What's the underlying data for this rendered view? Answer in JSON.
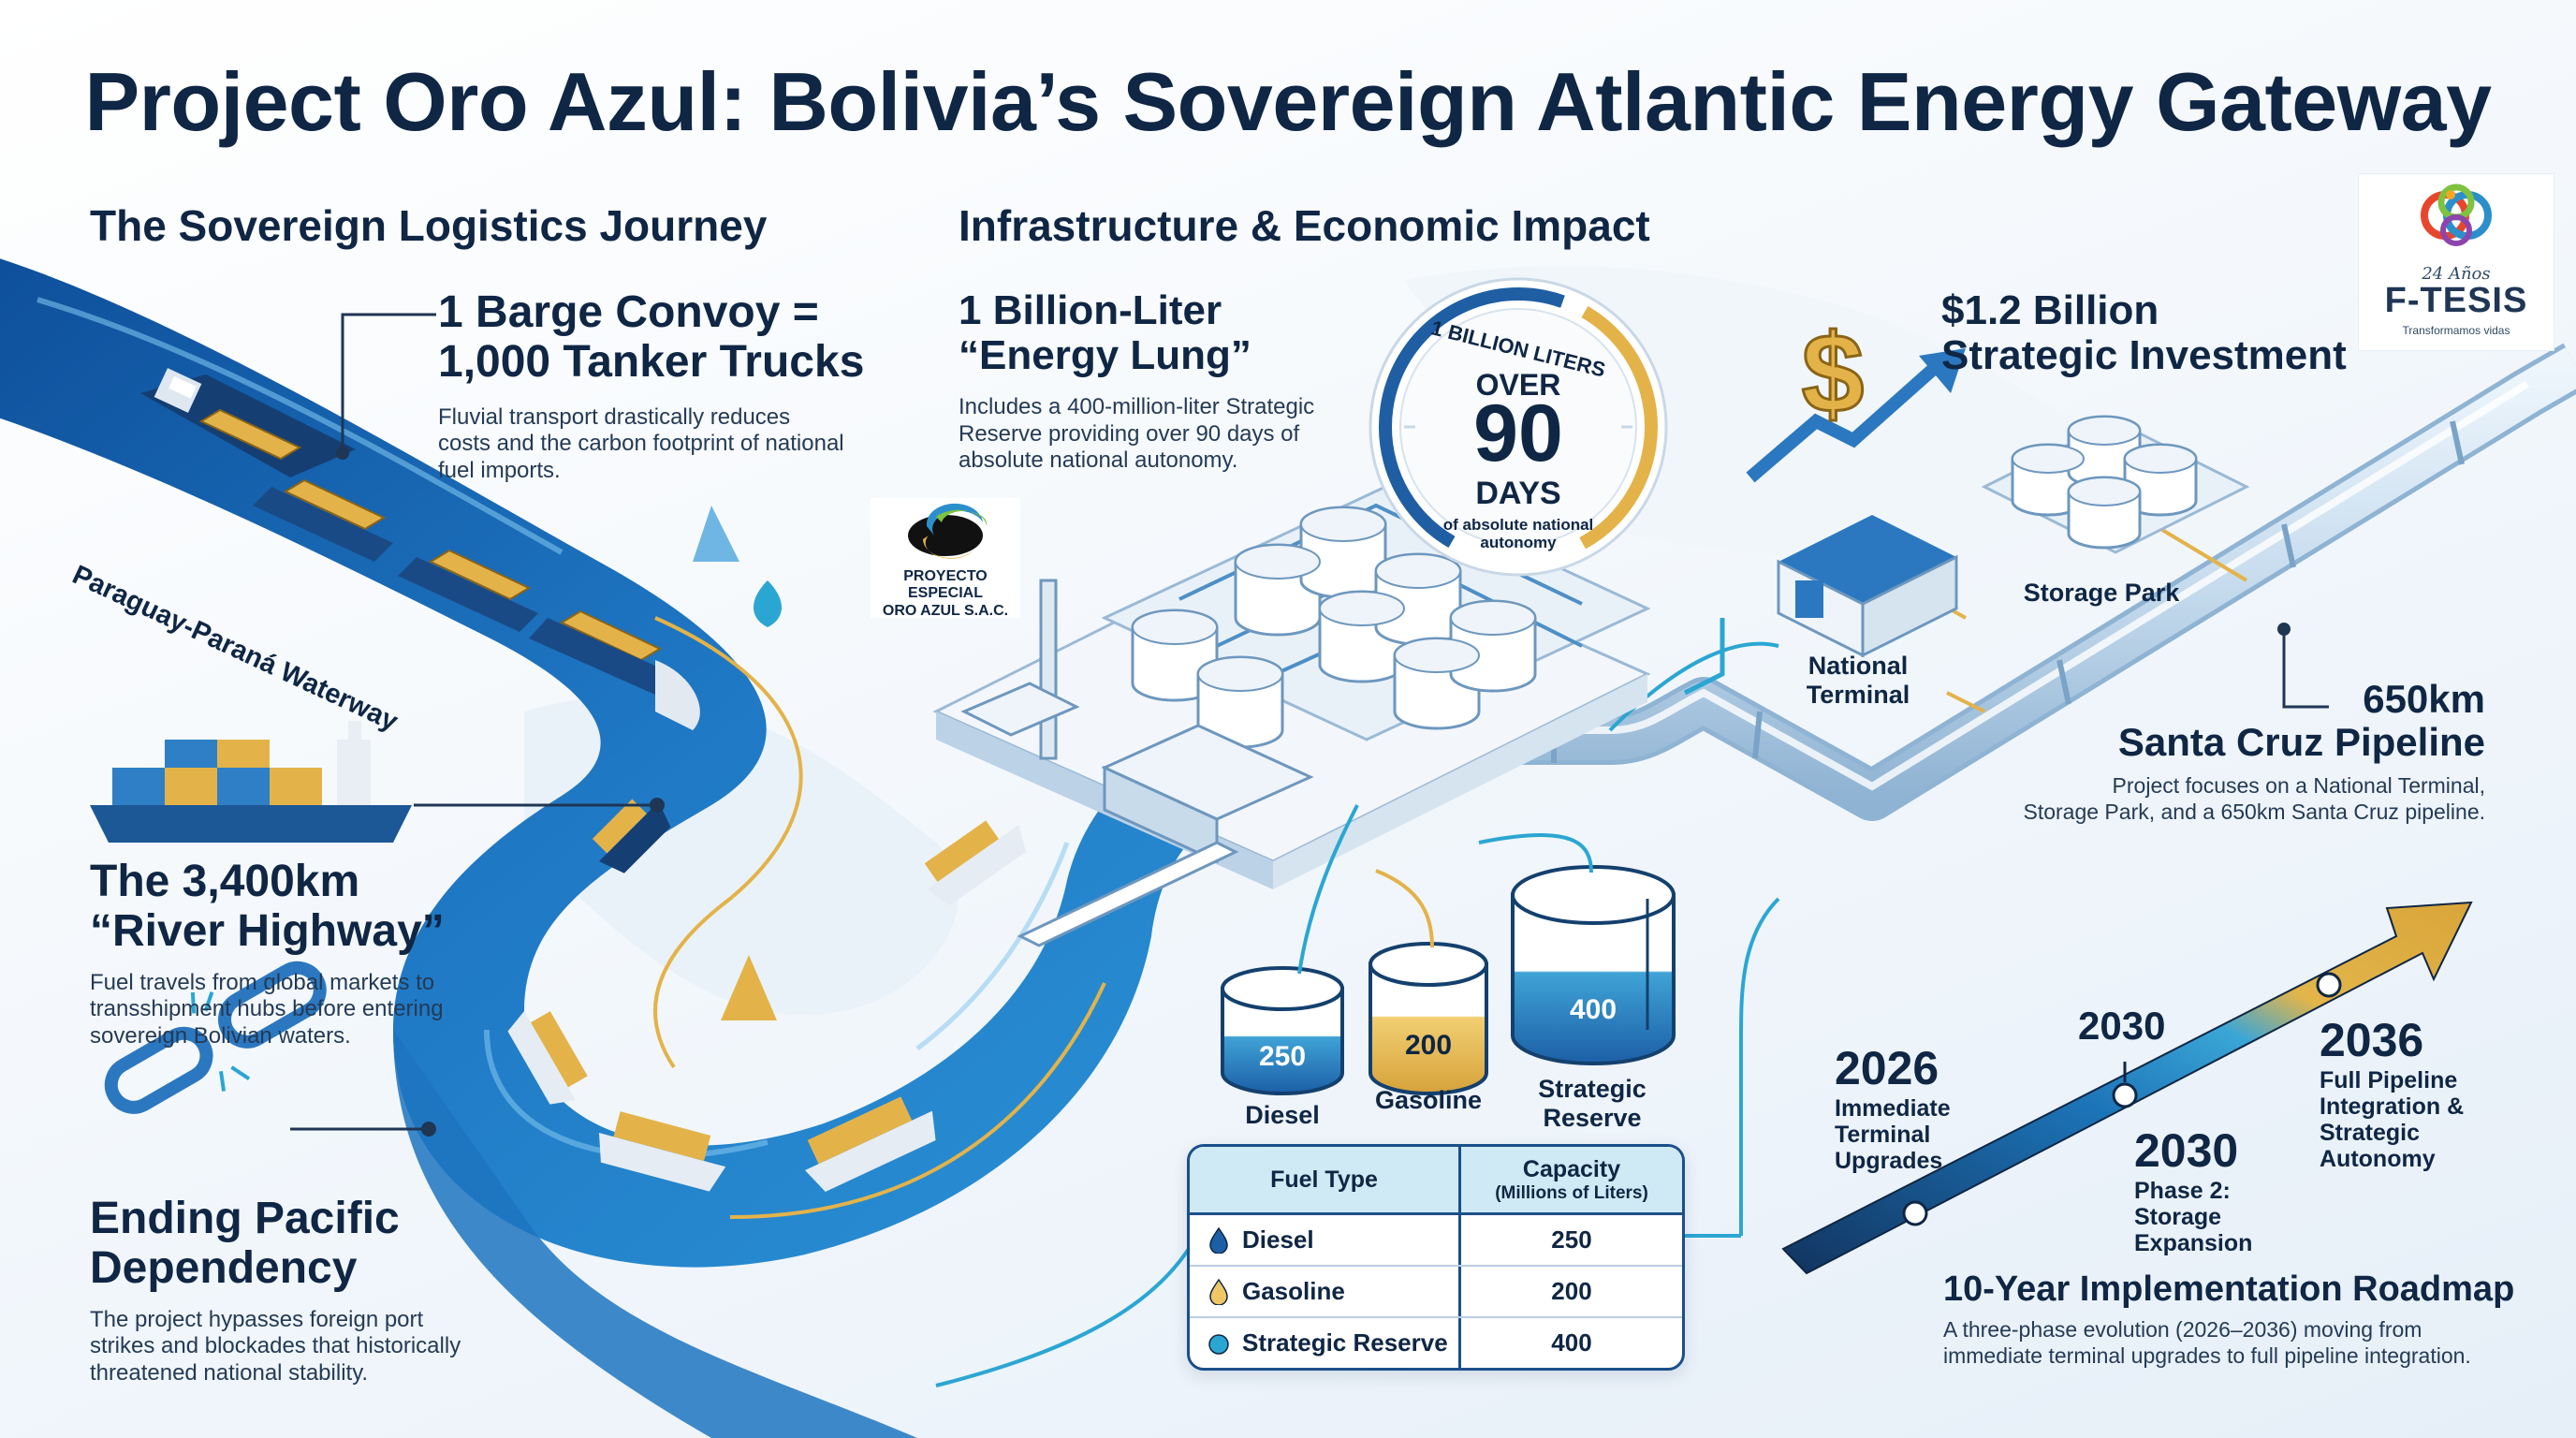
{
  "title": "Project Oro Azul: Bolivia’s Sovereign Atlantic Energy Gateway",
  "left_section": {
    "heading": "The Sovereign Logistics Journey",
    "waterway_label": "Paraguay-Paraná Waterway",
    "blocks": [
      {
        "headline_1": "1 Barge Convoy =",
        "headline_2": "1,000 Tanker Trucks",
        "desc_1": "Fluvial transport drastically reduces",
        "desc_2": "costs and the carbon footprint of national",
        "desc_3": "fuel imports."
      },
      {
        "headline_1": "The 3,400km",
        "headline_2": "“River Highway”",
        "desc_1": "Fuel travels from global markets to",
        "desc_2": "transshipment hubs before entering",
        "desc_3": "sovereign Bolivian waters."
      },
      {
        "headline_1": "Ending Pacific",
        "headline_2": "Dependency",
        "desc_1": "The project hypasses foreign port",
        "desc_2": "strikes and blockades that historically",
        "desc_3": "threatened national stability."
      }
    ]
  },
  "center_section": {
    "heading": "Infrastructure & Economic Impact",
    "energy_lung": {
      "headline_1": "1 Billion-Liter",
      "headline_2": "“Energy Lung”",
      "desc_1": "Includes a 400-million-liter Strategic",
      "desc_2": "Reserve providing over 90 days of",
      "desc_3": "absolute national autonomy."
    },
    "badge": {
      "arc_text": "1 BILLION LITERS",
      "over": "OVER",
      "number": "90",
      "days": "DAYS",
      "sub_1": "of absolute national",
      "sub_2": "autonomy"
    },
    "center_logo": {
      "line_1": "PROYECTO ESPECIAL",
      "line_2": "ORO AZUL S.A.C."
    },
    "tanks": [
      {
        "value": "250",
        "label": "Diesel"
      },
      {
        "value": "200",
        "label": "Gasoline"
      },
      {
        "value": "400",
        "label_1": "Strategic",
        "label_2": "Reserve"
      }
    ],
    "table": {
      "header_fuel": "Fuel Type",
      "header_capacity": "Capacity",
      "header_unit": "(Millions of Liters)",
      "rows": [
        {
          "fuel": "Diesel",
          "capacity": "250"
        },
        {
          "fuel": "Gasoline",
          "capacity": "200"
        },
        {
          "fuel": "Strategic Reserve",
          "capacity": "400"
        }
      ]
    }
  },
  "right_section": {
    "investment_1": "$1.2 Billion",
    "investment_2": "Strategic Investment",
    "storage_park": "Storage Park",
    "national_terminal_1": "National",
    "national_terminal_2": "Terminal",
    "pipeline_1": "650km",
    "pipeline_2": "Santa Cruz Pipeline",
    "pipeline_desc_1": "Project focuses on a National Terminal,",
    "pipeline_desc_2": "Storage Park, and a 650km Santa Cruz pipeline.",
    "roadmap": {
      "p1_year": "2026",
      "p1_1": "Immediate",
      "p1_2": "Terminal",
      "p1_3": "Upgrades",
      "p2_year_top": "2030",
      "p2_year": "2030",
      "p2_1": "Phase 2:",
      "p2_2": "Storage",
      "p2_3": "Expansion",
      "p3_year": "2036",
      "p3_1": "Full Pipeline",
      "p3_2": "Integration &",
      "p3_3": "Strategic",
      "p3_4": "Autonomy",
      "title": "10-Year Implementation Roadmap",
      "desc_1": "A three-phase evolution (2026–2036) moving from",
      "desc_2": "immediate terminal upgrades to full pipeline integration."
    },
    "logo": {
      "script": "24 Años",
      "brand": "F-TESIS",
      "tagline": "Transformamos vidas"
    }
  },
  "colors": {
    "navy": "#0f2644",
    "river": "#1f6fb8",
    "gold": "#e3b34a",
    "teal": "#2ba6d3"
  },
  "icons": [
    "dollar-icon",
    "chain-link-icon",
    "droplet-icon",
    "ship-icon",
    "barge-icon",
    "pipeline-icon",
    "storage-tank-icon",
    "refinery-icon"
  ]
}
